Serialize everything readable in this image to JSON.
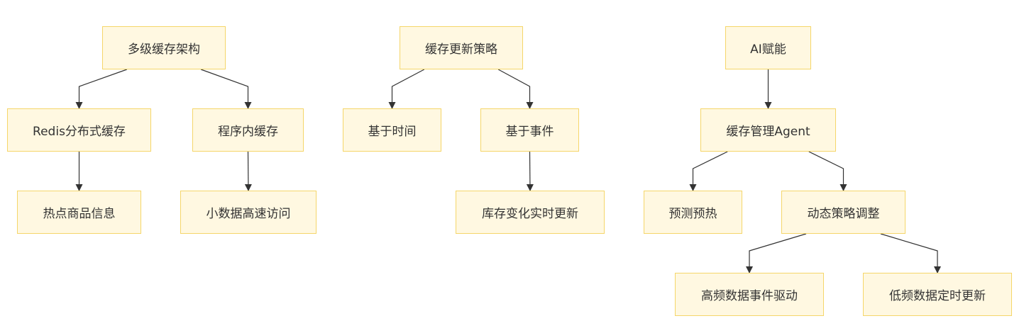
{
  "colors": {
    "node_fill": "#fff8e1",
    "node_border": "#f5d66a",
    "edge": "#333333",
    "text": "#333333"
  },
  "nodes": {
    "n1": {
      "label": "多级缓存架构"
    },
    "n2": {
      "label": "Redis分布式缓存"
    },
    "n3": {
      "label": "程序内缓存"
    },
    "n4": {
      "label": "热点商品信息"
    },
    "n5": {
      "label": "小数据高速访问"
    },
    "n6": {
      "label": "缓存更新策略"
    },
    "n7": {
      "label": "基于时间"
    },
    "n8": {
      "label": "基于事件"
    },
    "n9": {
      "label": "库存变化实时更新"
    },
    "n10": {
      "label": "AI赋能"
    },
    "n11": {
      "label": "缓存管理Agent"
    },
    "n12": {
      "label": "预测预热"
    },
    "n13": {
      "label": "动态策略调整"
    },
    "n14": {
      "label": "高频数据事件驱动"
    },
    "n15": {
      "label": "低频数据定时更新"
    }
  },
  "edges": [
    [
      "n1",
      "n2"
    ],
    [
      "n1",
      "n3"
    ],
    [
      "n2",
      "n4"
    ],
    [
      "n3",
      "n5"
    ],
    [
      "n6",
      "n7"
    ],
    [
      "n6",
      "n8"
    ],
    [
      "n8",
      "n9"
    ],
    [
      "n10",
      "n11"
    ],
    [
      "n11",
      "n12"
    ],
    [
      "n11",
      "n13"
    ],
    [
      "n13",
      "n14"
    ],
    [
      "n13",
      "n15"
    ]
  ]
}
